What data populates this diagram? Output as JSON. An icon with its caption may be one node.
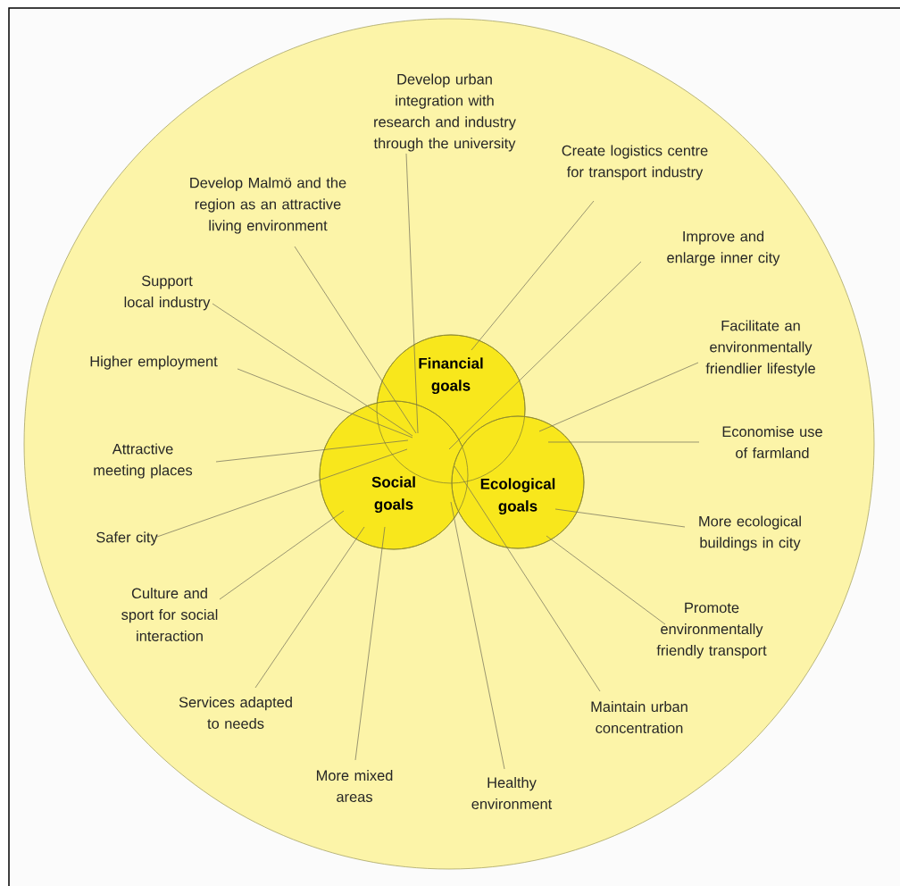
{
  "diagram": {
    "nodes": [
      {
        "text": [],
        "shape": "circle"
      },
      {
        "text": [
          "Financial goals"
        ],
        "in": 0
      },
      {
        "text": [
          "Social goals"
        ],
        "in": 0
      },
      {
        "text": [
          "Ecological goals"
        ],
        "in": 0
      },
      {
        "text": [
          "Develop urban integration with research and industry through the university"
        ],
        "in": 0
      },
      {
        "text": [
          "Create logistics centre for transport industry"
        ],
        "in": 0
      },
      {
        "text": [
          "Develop Malmö and the region as an attractive living environment"
        ],
        "in": 0
      },
      {
        "text": [
          "Improve and enlarge inner city"
        ],
        "in": 0
      },
      {
        "text": [
          "Support local industry"
        ],
        "in": 0
      },
      {
        "text": [
          "Facilitate an environmentally friendlier lifestyle"
        ],
        "in": 0
      },
      {
        "text": [
          "Higher employment"
        ],
        "in": 0
      },
      {
        "text": [
          "Economise use of farmland"
        ],
        "in": 0
      },
      {
        "text": [
          "Attractive meeting places"
        ],
        "in": 0
      },
      {
        "text": [
          "Safer city"
        ],
        "in": 0
      },
      {
        "text": [
          "More ecological buildings in city"
        ],
        "in": 0
      },
      {
        "text": [
          "Culture and sport for social interaction"
        ],
        "in": 0
      },
      {
        "text": [
          "Promote environmentally friendly transport"
        ],
        "in": 0
      },
      {
        "text": [
          "Services adapted to needs"
        ],
        "in": 0
      },
      {
        "text": [
          "Maintain urban concentration"
        ],
        "in": 0
      },
      {
        "text": [
          "More mixed areas"
        ],
        "in": 0
      },
      {
        "text": [
          "Healthy environment"
        ],
        "in": 0
      }
    ],
    "edges": [
      {
        "from": 4,
        "to": 2,
        "arrow": "none"
      },
      {
        "from": 5,
        "to": 1,
        "arrow": "none"
      },
      {
        "from": 6,
        "to": 2,
        "arrow": "none"
      },
      {
        "from": 7,
        "to": 1,
        "arrow": "none"
      },
      {
        "from": 8,
        "to": 2,
        "arrow": "none"
      },
      {
        "from": 9,
        "to": 3,
        "arrow": "none"
      },
      {
        "from": 10,
        "to": 2,
        "arrow": "none"
      },
      {
        "from": 11,
        "to": 3,
        "arrow": "none"
      },
      {
        "from": 12,
        "to": 2,
        "arrow": "none"
      },
      {
        "from": 13,
        "to": 2,
        "arrow": "none"
      },
      {
        "from": 14,
        "to": 3,
        "arrow": "none"
      },
      {
        "from": 15,
        "to": 2,
        "arrow": "none"
      },
      {
        "from": 16,
        "to": 3,
        "arrow": "none"
      },
      {
        "from": 17,
        "to": 2,
        "arrow": "none"
      },
      {
        "from": 18,
        "to": 3,
        "arrow": "none"
      },
      {
        "from": 19,
        "to": 2,
        "arrow": "none"
      },
      {
        "from": 20,
        "to": 2,
        "arrow": "none"
      }
    ]
  }
}
